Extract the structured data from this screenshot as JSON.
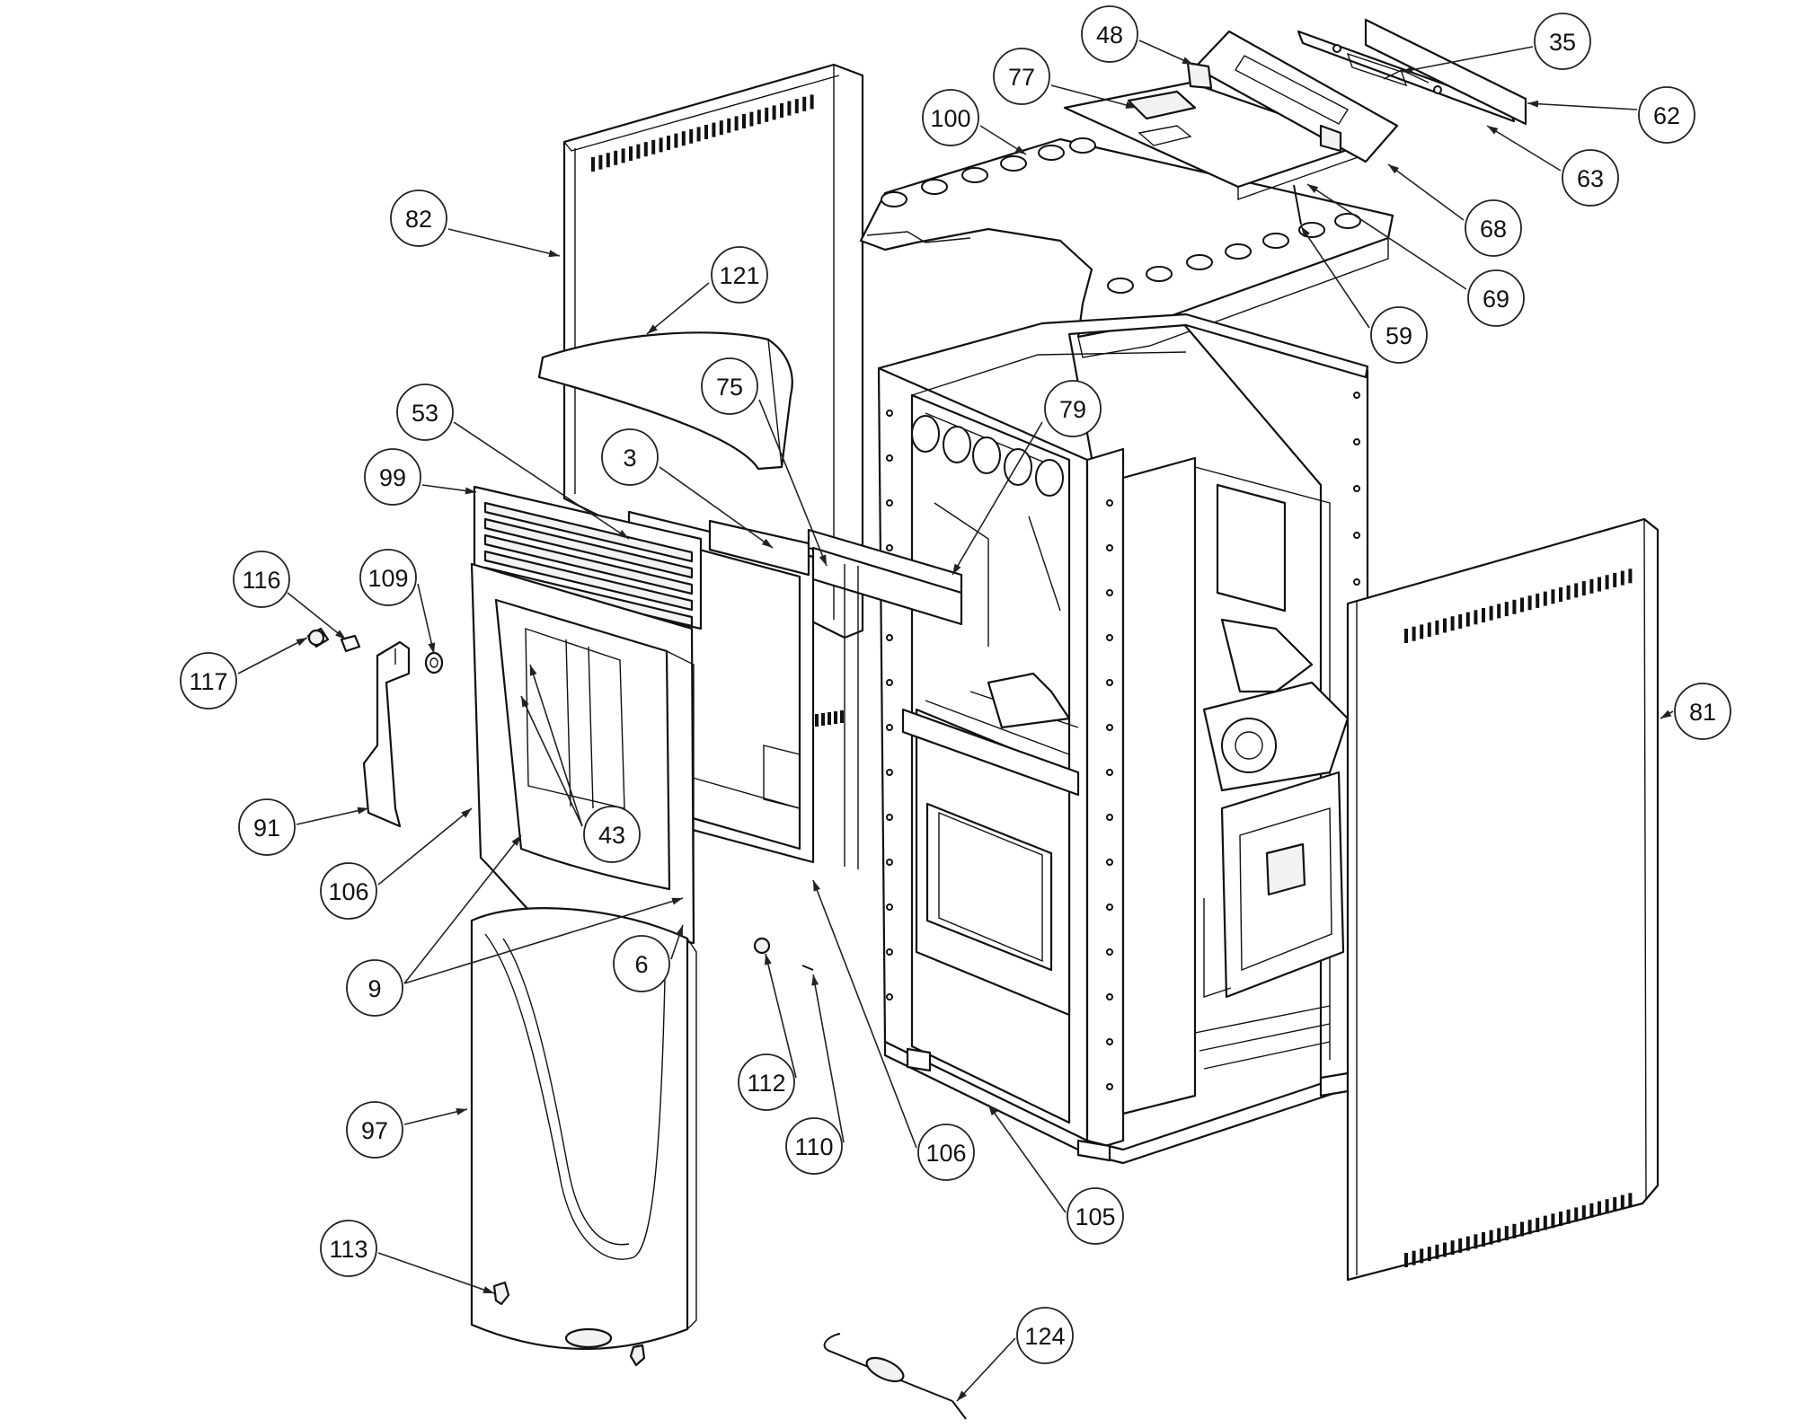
{
  "callouts": [
    {
      "id": "82",
      "label": "82"
    },
    {
      "id": "121",
      "label": "121"
    },
    {
      "id": "75",
      "label": "75"
    },
    {
      "id": "53",
      "label": "53"
    },
    {
      "id": "99",
      "label": "99"
    },
    {
      "id": "3",
      "label": "3"
    },
    {
      "id": "79",
      "label": "79"
    },
    {
      "id": "100",
      "label": "100"
    },
    {
      "id": "77",
      "label": "77"
    },
    {
      "id": "48",
      "label": "48"
    },
    {
      "id": "35",
      "label": "35"
    },
    {
      "id": "62",
      "label": "62"
    },
    {
      "id": "63",
      "label": "63"
    },
    {
      "id": "68",
      "label": "68"
    },
    {
      "id": "69",
      "label": "69"
    },
    {
      "id": "59",
      "label": "59"
    },
    {
      "id": "116",
      "label": "116"
    },
    {
      "id": "109",
      "label": "109"
    },
    {
      "id": "117",
      "label": "117"
    },
    {
      "id": "91",
      "label": "91"
    },
    {
      "id": "106a",
      "label": "106"
    },
    {
      "id": "43",
      "label": "43"
    },
    {
      "id": "9",
      "label": "9"
    },
    {
      "id": "6",
      "label": "6"
    },
    {
      "id": "81",
      "label": "81"
    },
    {
      "id": "112",
      "label": "112"
    },
    {
      "id": "110",
      "label": "110"
    },
    {
      "id": "106b",
      "label": "106"
    },
    {
      "id": "105",
      "label": "105"
    },
    {
      "id": "97",
      "label": "97"
    },
    {
      "id": "113",
      "label": "113"
    },
    {
      "id": "124",
      "label": "124"
    }
  ]
}
